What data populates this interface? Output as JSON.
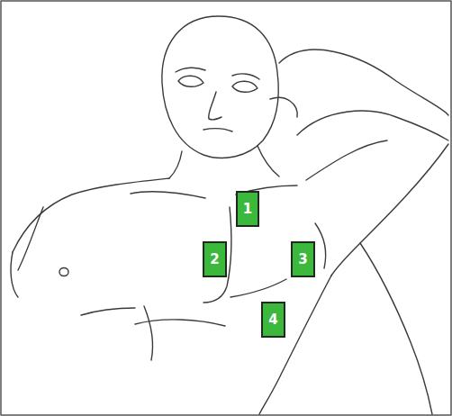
{
  "diagram": {
    "nodes": [
      {
        "text": [
          "1"
        ]
      },
      {
        "text": [
          "2"
        ]
      },
      {
        "text": [
          "3"
        ]
      },
      {
        "text": [
          "4"
        ]
      }
    ]
  }
}
